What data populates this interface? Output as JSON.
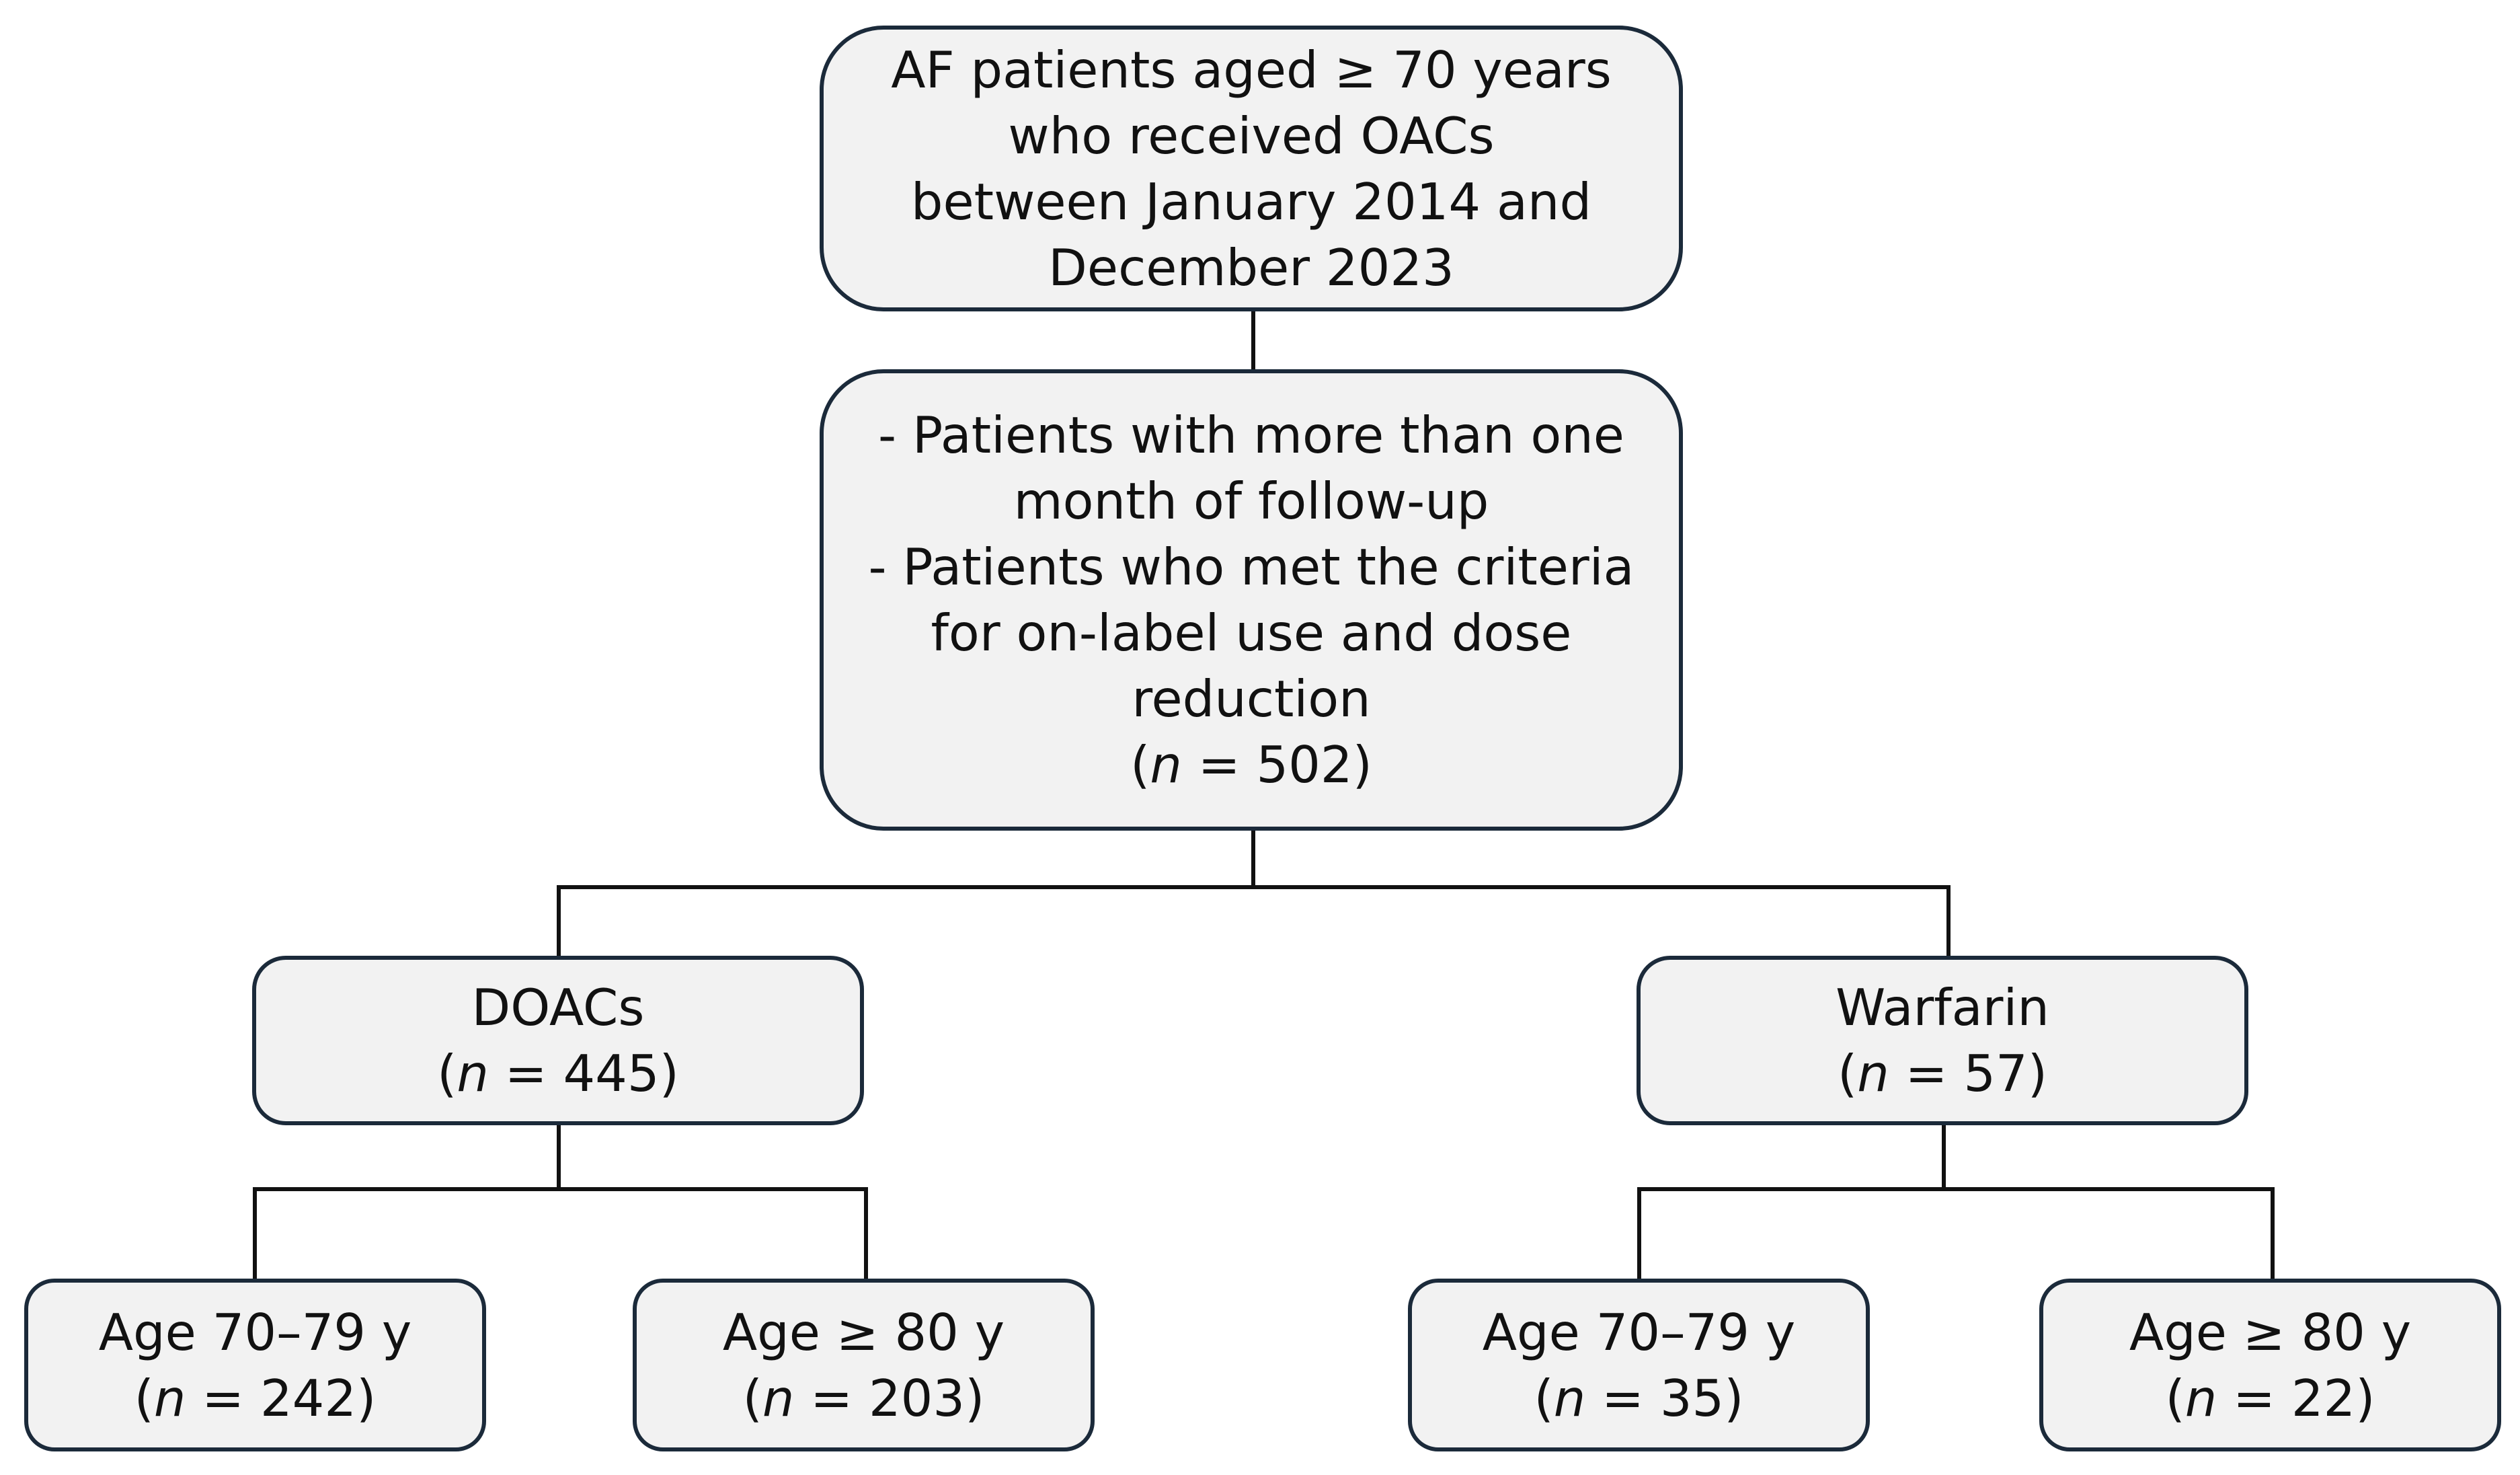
{
  "top_box": {
    "lines": [
      "AF patients aged ≥ 70 years",
      "who received OACs",
      "between January 2014 and",
      "December 2023"
    ]
  },
  "criteria_box": {
    "lines": [
      "- Patients with more than one",
      "month of follow-up",
      "- Patients who met the criteria",
      "for on-label use and dose",
      "reduction"
    ],
    "n_symbol": "n",
    "n_value": "502"
  },
  "doacs_box": {
    "label": "DOACs",
    "n_symbol": "n",
    "n_value": "445"
  },
  "warfarin_box": {
    "label": "Warfarin",
    "n_symbol": "n",
    "n_value": "57"
  },
  "doac_age_70_79_box": {
    "label": "Age 70–79 y",
    "n_symbol": "n",
    "n_value": "242"
  },
  "doac_age_80_box": {
    "label": "Age ≥ 80 y",
    "n_symbol": "n",
    "n_value": "203"
  },
  "warfarin_age_70_79_box": {
    "label": "Age 70–79 y",
    "n_symbol": "n",
    "n_value": "35"
  },
  "warfarin_age_80_box": {
    "label": "Age ≥ 80 y",
    "n_symbol": "n",
    "n_value": "22"
  },
  "colors": {
    "box_fill": "#f2f2f2",
    "box_border": "#1b2a3a",
    "connector": "#111111"
  }
}
